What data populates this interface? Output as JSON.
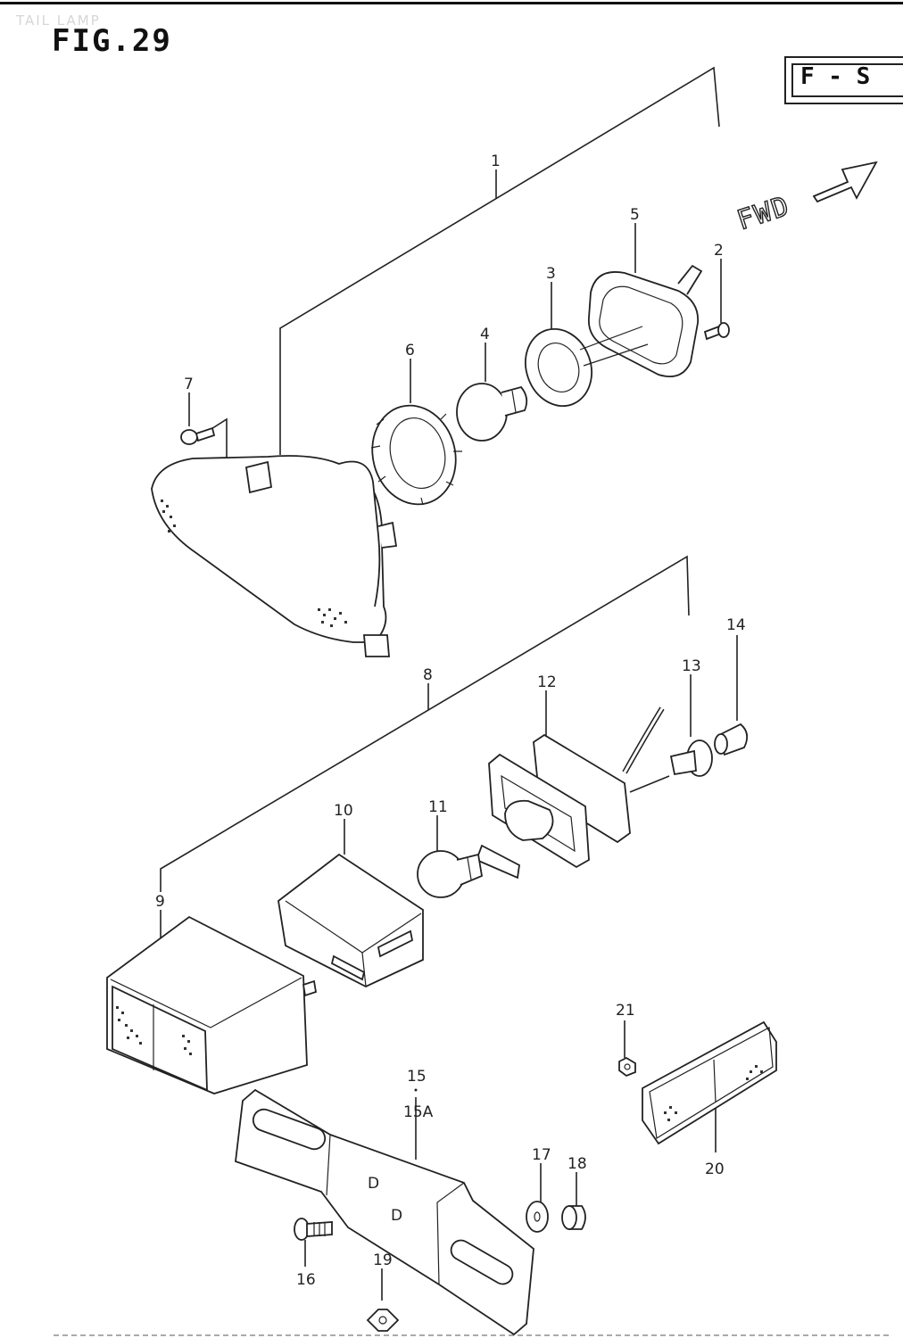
{
  "header": {
    "faint_title": "TAIL LAMP",
    "figure_title": "FIG.29",
    "frame_box_text": "F - S",
    "direction_label": "FWD"
  },
  "callouts": [
    {
      "id": "1",
      "text": "1"
    },
    {
      "id": "2",
      "text": "2"
    },
    {
      "id": "3",
      "text": "3"
    },
    {
      "id": "4",
      "text": "4"
    },
    {
      "id": "5",
      "text": "5"
    },
    {
      "id": "6",
      "text": "6"
    },
    {
      "id": "7",
      "text": "7"
    },
    {
      "id": "8",
      "text": "8"
    },
    {
      "id": "9",
      "text": "9"
    },
    {
      "id": "10",
      "text": "10"
    },
    {
      "id": "11",
      "text": "11"
    },
    {
      "id": "12",
      "text": "12"
    },
    {
      "id": "13",
      "text": "13"
    },
    {
      "id": "14",
      "text": "14"
    },
    {
      "id": "15",
      "text": "15"
    },
    {
      "id": "15A",
      "text": "15A"
    },
    {
      "id": "16",
      "text": "16"
    },
    {
      "id": "17",
      "text": "17"
    },
    {
      "id": "18",
      "text": "18"
    },
    {
      "id": "19",
      "text": "19"
    },
    {
      "id": "20",
      "text": "20"
    },
    {
      "id": "21",
      "text": "21"
    }
  ]
}
